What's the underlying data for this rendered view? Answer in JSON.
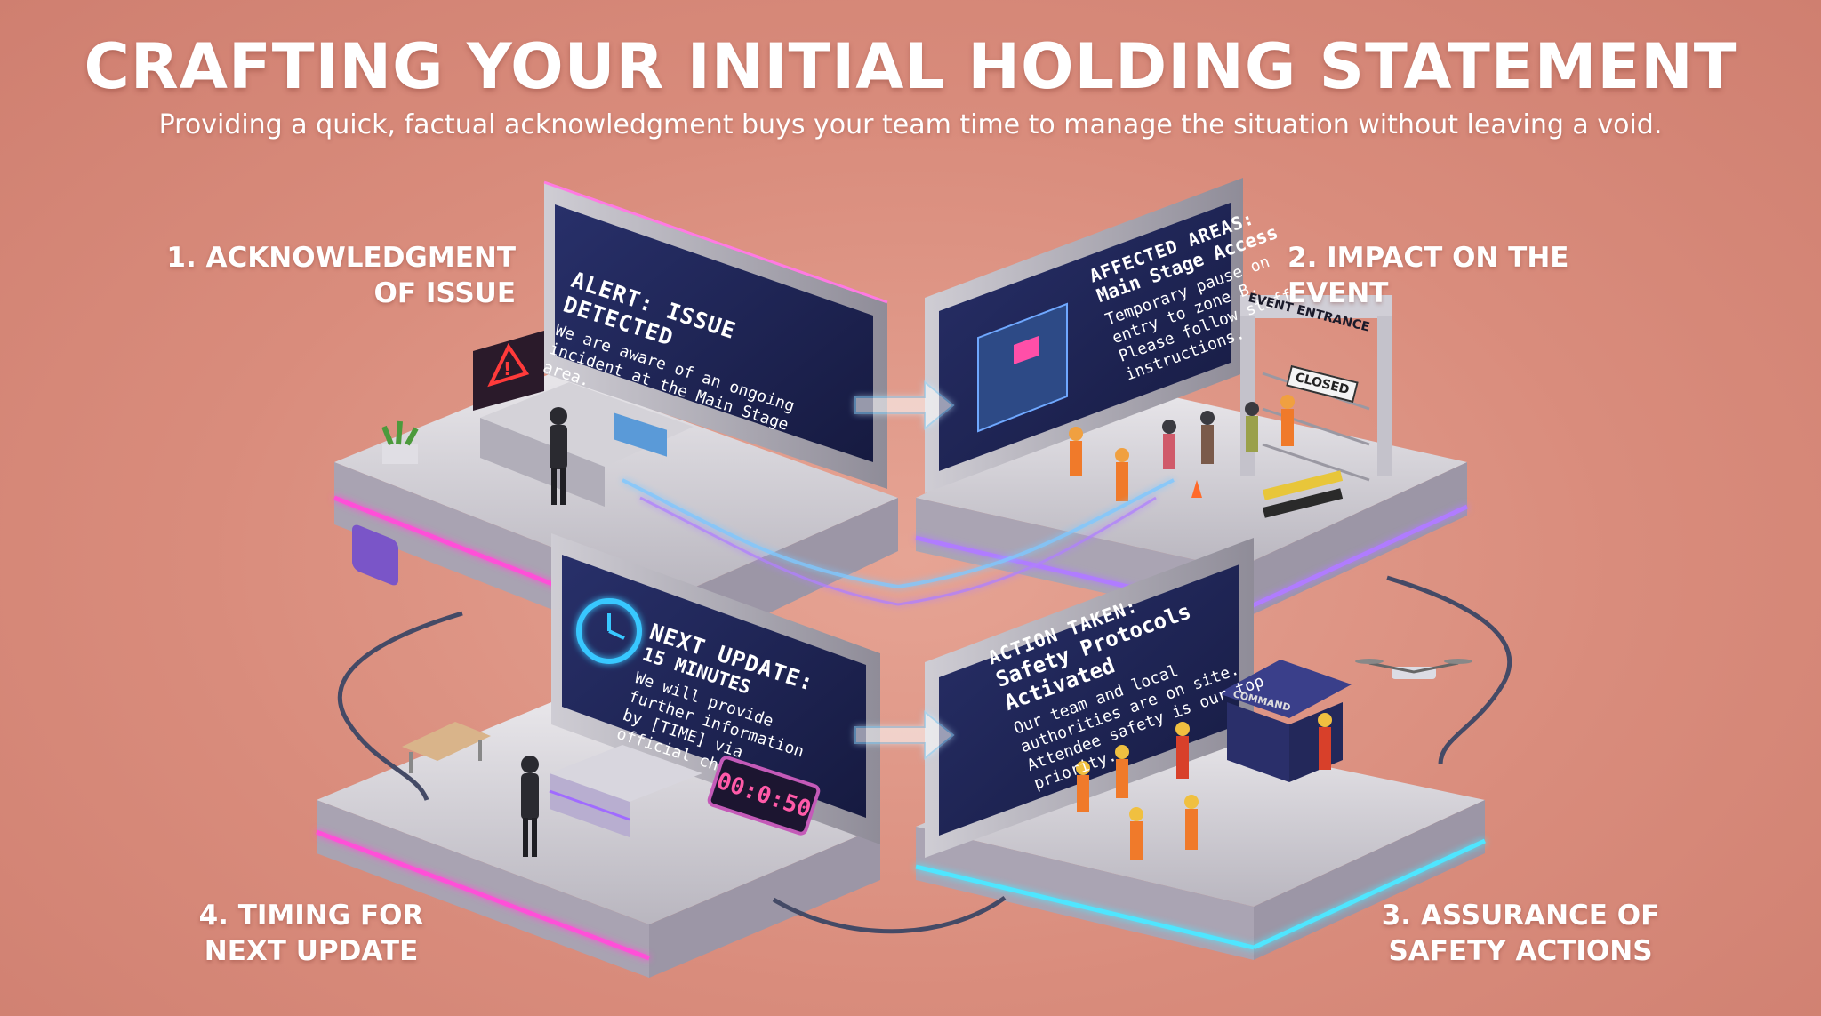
{
  "header": {
    "title": "CRAFTING YOUR INITIAL HOLDING STATEMENT",
    "subtitle": "Providing a quick, factual acknowledgment buys your team time to manage the situation without leaving a void."
  },
  "steps": [
    {
      "label_line1": "1. ACKNOWLEDGMENT",
      "label_line2": "OF ISSUE",
      "screen_title": "ALERT: ISSUE DETECTED",
      "screen_body": "We are aware of an ongoing incident at the Main Stage area."
    },
    {
      "label_line1": "2. IMPACT ON THE EVENT",
      "label_line2": "",
      "screen_title": "AFFECTED AREAS:",
      "screen_subtitle": "Main Stage Access",
      "screen_body": "Temporary pause on entry to zone B. Please follow staff instructions."
    },
    {
      "label_line1": "3. ASSURANCE OF",
      "label_line2": "SAFETY ACTIONS",
      "screen_title": "ACTION TAKEN:",
      "screen_subtitle": "Safety Protocols Activated",
      "screen_body": "Our team and local authorities are on site. Attendee safety is our top priority."
    },
    {
      "label_line1": "4. TIMING FOR",
      "label_line2": "NEXT UPDATE",
      "screen_title": "NEXT UPDATE:",
      "screen_subtitle": "15 MINUTES",
      "screen_body": "We will provide further information by [TIME] via official channels."
    }
  ],
  "signs": {
    "entrance": "EVENT ENTRANCE",
    "closed": "CLOSED",
    "command": "COMMAND",
    "countdown": "00:0:50"
  },
  "colors": {
    "background": "#d98c7c",
    "screen": "#1b2150",
    "neon_pink": "#ff4fd8",
    "neon_purple": "#9b6bff",
    "neon_cyan": "#4fe6ff"
  }
}
